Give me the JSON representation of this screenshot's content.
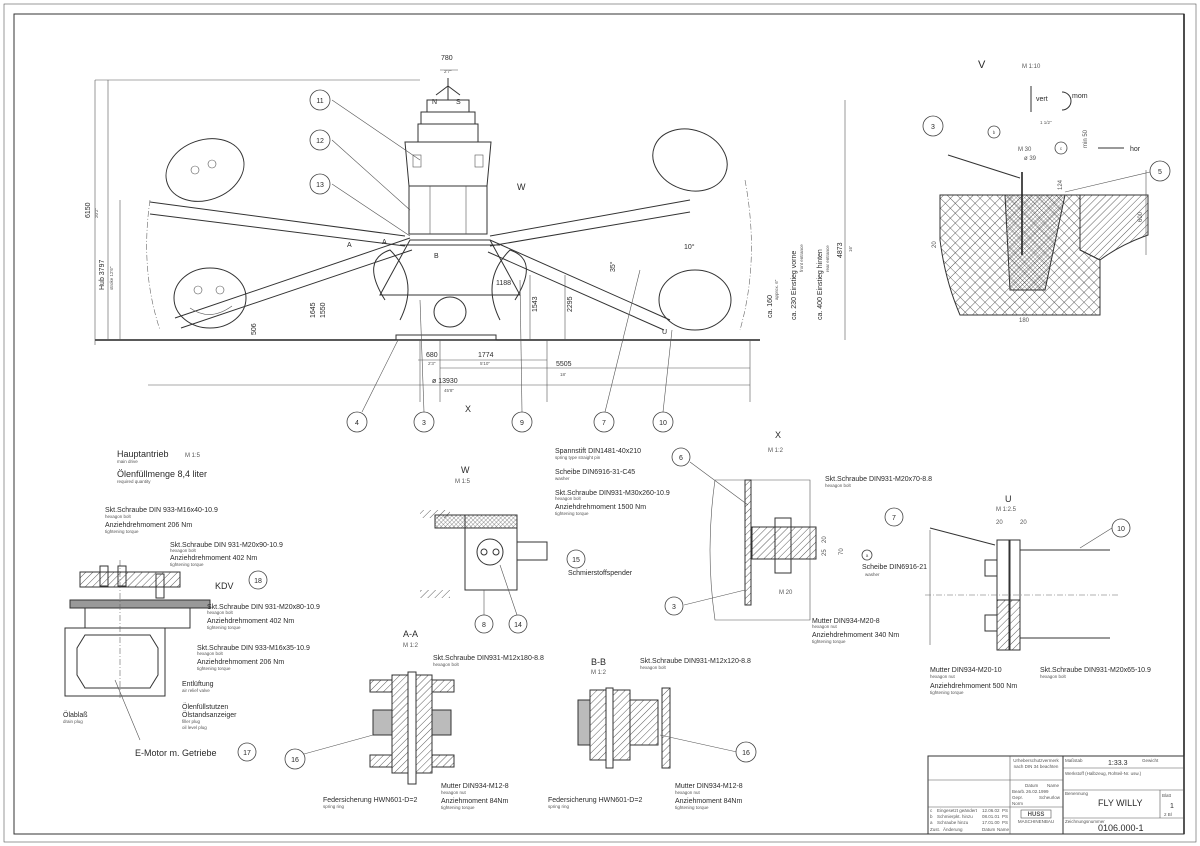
{
  "main_view": {
    "dims": {
      "top_width": "780",
      "top_width_ft": "2'7\"",
      "total_height": "6150",
      "total_height_ft": "20'2\"",
      "stroke": "Hub 3797",
      "stroke_ft": "stroke 12'6\"",
      "d506": "506",
      "d1645": "1645",
      "d1550": "1550",
      "d1543": "1543",
      "d2295": "2295",
      "d1188": "1188",
      "d680": "680",
      "d680_ft": "2'3\"",
      "d1774": "1774",
      "d1774_ft": "5'10\"",
      "d5505": "5505",
      "d5505_ft": "18'",
      "diameter": "ø 13930",
      "diameter_ft": "45'8\"",
      "d4873": "4873",
      "d4873_ft": "16'",
      "angle35": "35°",
      "angle10": "10°",
      "ca160": "ca. 160",
      "ca160_ft": "approx. 6\"",
      "ca230": "ca. 230  Einstieg vorne",
      "ca230_en": "front entrance",
      "ca400": "ca. 400  Einstieg hinten",
      "ca400_en": "rear entrance"
    },
    "letters": {
      "w": "W",
      "x": "X",
      "a": "A",
      "b": "B",
      "u": "U",
      "n": "N",
      "s": "S"
    },
    "balloons": [
      "11",
      "12",
      "13",
      "4",
      "3",
      "9",
      "7",
      "10"
    ]
  },
  "detail_v": {
    "title": "V",
    "scale": "M 1:10",
    "vert": "vert",
    "mom": "mom",
    "hor": "hor",
    "note": "1 1/2\"",
    "m30": "M 30",
    "d39": "ø 39",
    "min50": "min 50",
    "d124": "124",
    "d600": "600",
    "d20": "20",
    "d180": "180",
    "b": "b",
    "c": "c",
    "balloons": [
      "3",
      "5"
    ]
  },
  "main_drive": {
    "title": "Hauptantrieb",
    "title_en": "main drive",
    "scale": "M 1:5",
    "oil": "Ölenfüllmenge  8,4  liter",
    "oil_en": "required quantity",
    "bolts": [
      {
        "name": "Skt.Schraube DIN 933-M16x40-10.9",
        "en": "hexagon bolt",
        "torque": "Anziehdrehmoment 206 Nm",
        "torque_en": "tightening torque"
      },
      {
        "name": "Skt.Schraube DIN 931-M20x90-10.9",
        "en": "hexagon bolt",
        "torque": "Anziehdrehmoment 402 Nm",
        "torque_en": "tightening torque"
      },
      {
        "name": "Skt.Schraube DIN 931-M20x80-10.9",
        "en": "hexagon bolt",
        "torque": "Anziehdrehmoment 402 Nm",
        "torque_en": "tightening torque"
      },
      {
        "name": "Skt.Schraube DIN 933-M16x35-10.9",
        "en": "hexagon bolt",
        "torque": "Anziehdrehmoment 206 Nm",
        "torque_en": "tightening torque"
      }
    ],
    "kdv": "KDV",
    "kdv_balloon": "18",
    "vent": "Entlüftung",
    "vent_en": "air relief valve",
    "filler": "Ölenfüllstutzen",
    "level": "Ölstandsanzeiger",
    "filler_en": "filler plug",
    "level_en": "oil level plug",
    "drain": "Ölablaß",
    "drain_en": "drain plug",
    "motor": "E-Motor m. Getriebe",
    "motor_balloon": "17"
  },
  "detail_w": {
    "title": "W",
    "scale": "M 1:5",
    "pin": "Spannstift DIN1481-40x210",
    "pin_en": "spring type straight pin",
    "washer": "Scheibe DIN6916-31-C45",
    "washer_en": "washer",
    "bolt": "Skt.Schraube DIN931-M30x260-10.9",
    "bolt_en": "hexagon bolt",
    "torque": "Anziehdrehmoment 1500 Nm",
    "torque_en": "tightening torque",
    "grease": "Schmierstoffspender",
    "balloons": [
      "15",
      "8",
      "14"
    ]
  },
  "detail_x": {
    "title": "X",
    "scale": "M 1:2",
    "bolt": "Skt.Schraube DIN931-M20x70-8.8",
    "bolt_en": "hexagon bolt",
    "washer": "Scheibe DIN6916-21",
    "washer_en": "washer",
    "washer_mark": "a",
    "nut": "Mutter DIN934-M20-8",
    "nut_en": "hexagon nut",
    "torque": "Anziehdrehmoment 340 Nm",
    "torque_en": "tightening torque",
    "d20": "20",
    "d25": "25",
    "d70": "70",
    "m20": "M 20",
    "balloons": [
      "6",
      "3"
    ]
  },
  "detail_u": {
    "title": "U",
    "scale": "M 1:2.5",
    "d20a": "20",
    "d20b": "20",
    "nut": "Mutter DIN934-M20-10",
    "nut_en": "hexagon nut",
    "torque": "Anziehdrehmoment 500 Nm",
    "torque_en": "tightening torque",
    "bolt": "Skt.Schraube DIN931-M20x65-10.9",
    "bolt_en": "hexagon bolt",
    "balloons": [
      "7",
      "10"
    ]
  },
  "section_aa": {
    "title": "A-A",
    "scale": "M 1:2",
    "bolt": "Skt.Schraube DIN931-M12x180-8.8",
    "bolt_en": "hexagon bolt",
    "nut": "Mutter DIN934-M12-8",
    "nut_en": "hexagon nut",
    "torque": "Anziehmoment 84Nm",
    "torque_en": "tightening torque",
    "ring": "Federsicherung HWN601-D=2",
    "ring_en": "spring ring",
    "balloon": "16"
  },
  "section_bb": {
    "title": "B-B",
    "scale": "M 1:2",
    "bolt": "Skt.Schraube DIN931-M12x120-8.8",
    "bolt_en": "hexagon bolt",
    "nut": "Mutter DIN934-M12-8",
    "nut_en": "hexagon nut",
    "torque": "Anziehmoment 84Nm",
    "torque_en": "tightening torque",
    "ring": "Federsicherung HWN601-D=2",
    "ring_en": "spring ring",
    "balloon": "16"
  },
  "title_block": {
    "copyright": "Urheberschutzvermerk nach DIN 34 beachten",
    "scale_label": "Maßstab",
    "scale": "1:33.3",
    "weight_label": "Gewicht",
    "material_label": "Werkstoff (Halbzeug, Rohteil-Nr. usw.)",
    "name_label": "Benennung",
    "name": "FLY WILLY",
    "drawing_no_label": "Zeichnungsnummer",
    "drawing_no": "0106.000-1",
    "sheet_label": "Blatt",
    "sheet": "1",
    "sheets": "2 Bl",
    "date_label": "Datum",
    "name_col_label": "Name",
    "drawn_label": "Bearb.",
    "checked_label": "Gepr.",
    "norm_label": "Norm",
    "date": "26.02.1999",
    "drawn_by": "Scheurlow",
    "company": "HUSS",
    "company_sub": "MASCHINENBAU",
    "revisions": [
      {
        "rev": "c",
        "text": "Eingesetzt geändert",
        "date": "12.06.02",
        "by": "PS"
      },
      {
        "rev": "b",
        "text": "Schmierpkt. hinzu",
        "date": "08.01.01",
        "by": "PS"
      },
      {
        "rev": "a",
        "text": "Schraube hinzu",
        "date": "17.01.00",
        "by": "PS"
      }
    ],
    "rev_headers": {
      "rev": "Zust.",
      "text": "Änderung",
      "date": "Datum",
      "by": "Name"
    }
  }
}
